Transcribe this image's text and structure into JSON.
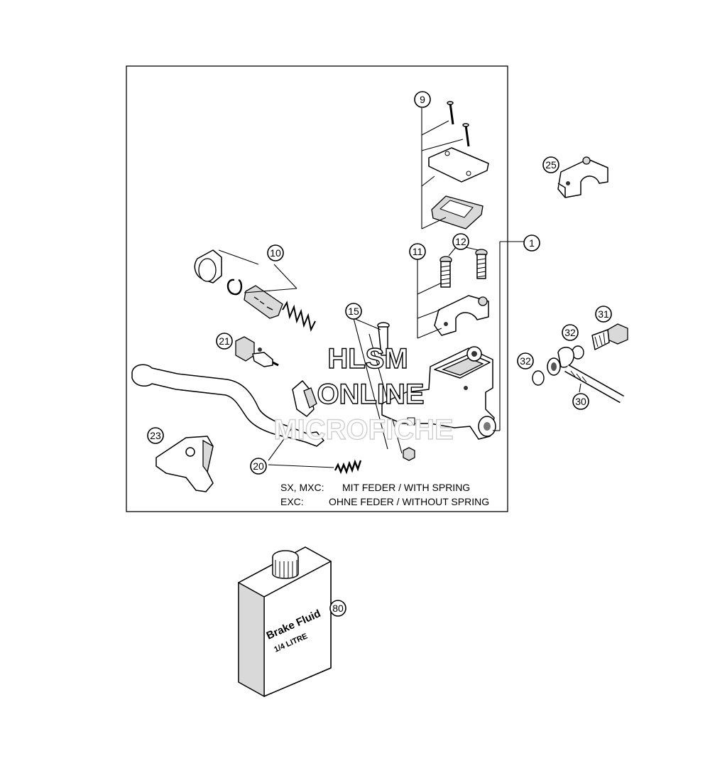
{
  "callouts": {
    "c1": "1",
    "c9": "9",
    "c10": "10",
    "c11": "11",
    "c12": "12",
    "c15": "15",
    "c20": "20",
    "c21": "21",
    "c23": "23",
    "c25": "25",
    "c30": "30",
    "c31": "31",
    "c32a": "32",
    "c32b": "32",
    "c80": "80"
  },
  "notes": {
    "line1_models": "SX, MXC:",
    "line1_text": "MIT FEDER / WITH SPRING",
    "line2_models": "EXC:",
    "line2_text": "OHNE FEDER / WITHOUT SPRING"
  },
  "watermark": {
    "line1": "HLSM",
    "line2": "ONLINE",
    "line3": "MICROFICHE"
  },
  "container_label": {
    "line1": "Brake Fluid",
    "line2": "1/4 LITRE"
  }
}
